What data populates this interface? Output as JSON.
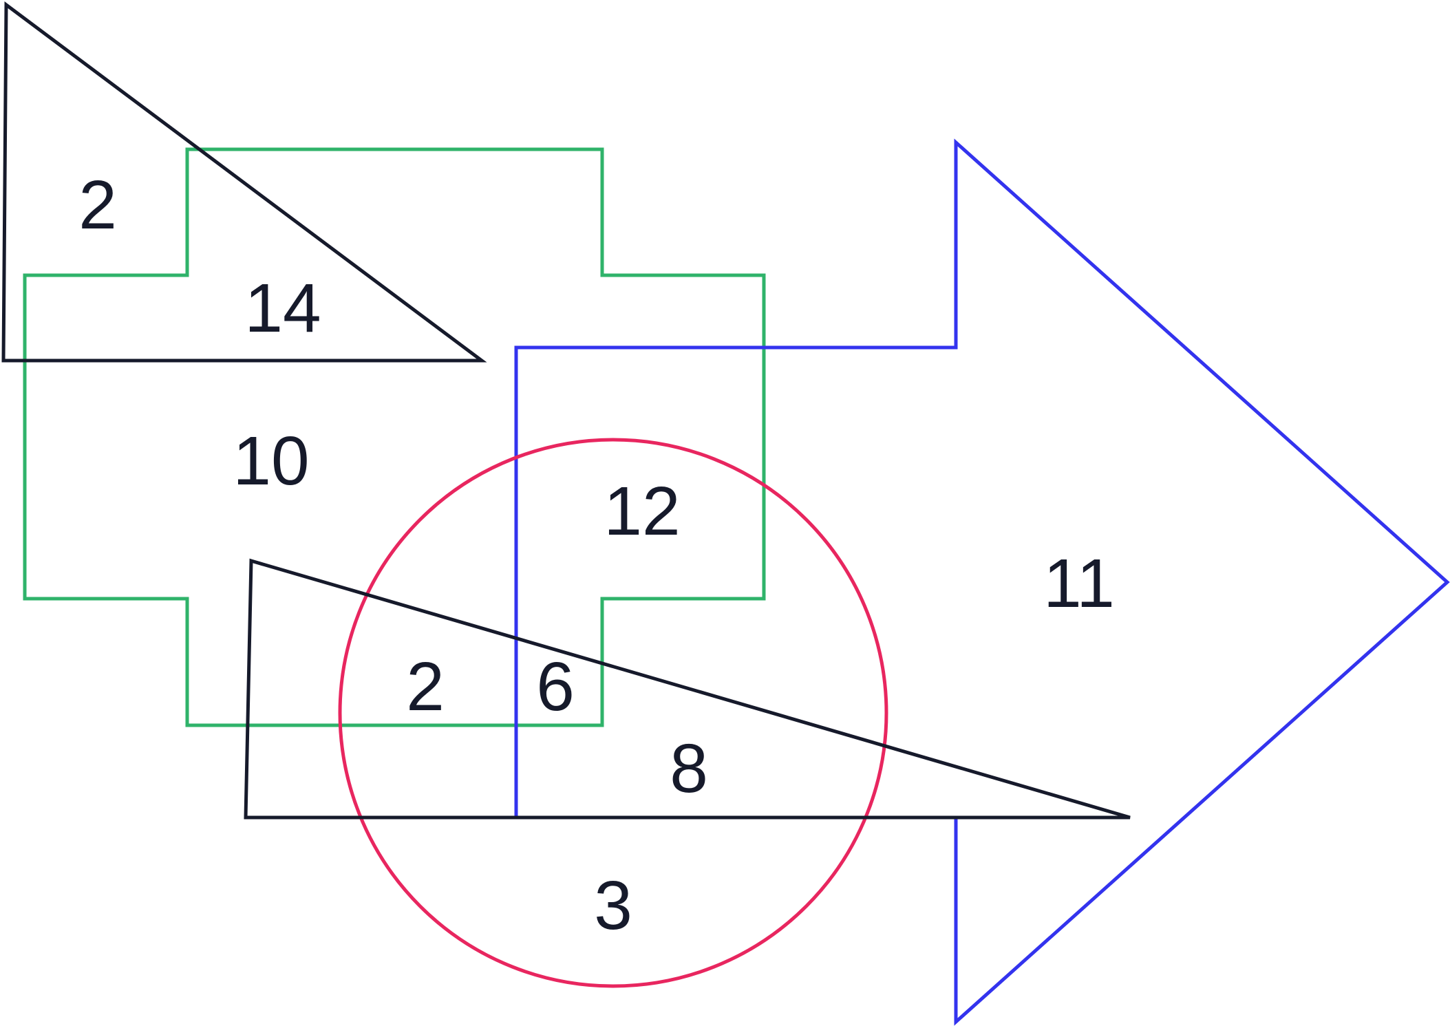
{
  "colors": {
    "triangle": "#161a2b",
    "cross": "#2fb36a",
    "arrow": "#3333ee",
    "circle": "#e8265f",
    "label": "#161a2b",
    "background": "#ffffff"
  },
  "shapes": [
    "triangle",
    "cross",
    "arrow",
    "circle",
    "triangle"
  ],
  "labels": {
    "top_triangle_only": "2",
    "top_triangle_and_cross": "14",
    "cross_only": "10",
    "cross_arrow_circle": "12",
    "arrow_only": "11",
    "triangle_circle_cross": "2",
    "all_four": "6",
    "triangle_arrow_circle": "8",
    "circle_only": "3"
  }
}
